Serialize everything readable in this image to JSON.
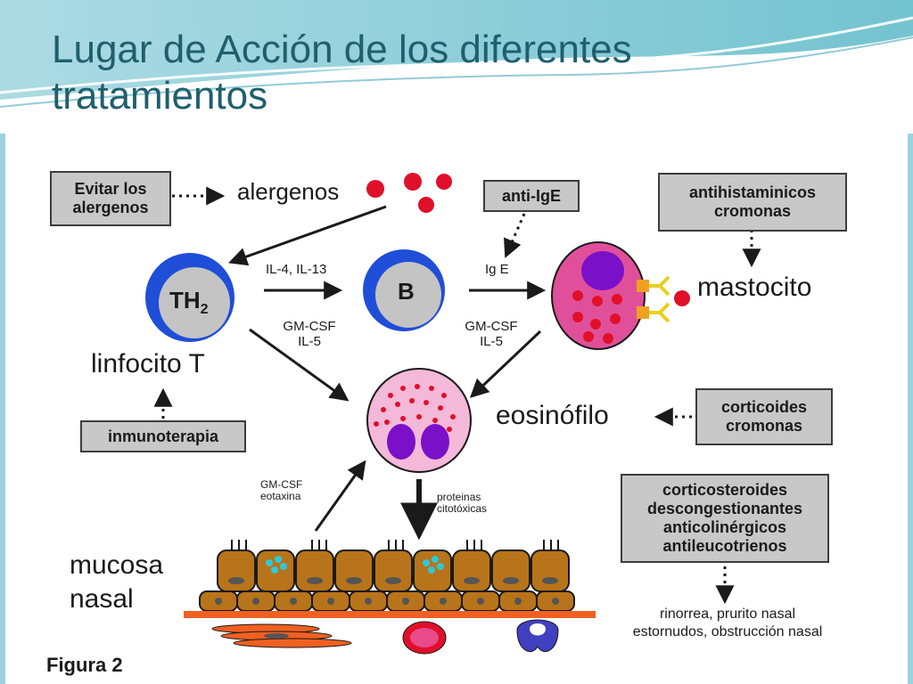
{
  "slide": {
    "title": "Lugar de Acción de los diferentes tratamientos"
  },
  "figure": {
    "caption": "Figura 2",
    "treatment_boxes": {
      "evitar_line1": "Evitar los",
      "evitar_line2": "alergenos",
      "anti_ige": "anti-IgE",
      "antihist_line1": "antihistaminicos",
      "antihist_line2": "cromonas",
      "inmunoterapia": "inmunoterapia",
      "corticoides_line1": "corticoides",
      "corticoides_line2": "cromonas",
      "rhinitis_line1": "corticosteroides",
      "rhinitis_line2": "descongestionantes",
      "rhinitis_line3": "anticolinérgicos",
      "rhinitis_line4": "antileucotrienos"
    },
    "labels": {
      "alergenos": "alergenos",
      "th2": "TH",
      "th2_sub": "2",
      "b_cell": "B",
      "il4_il13": "IL-4, IL-13",
      "ig_e": "Ig E",
      "gm_csf_left_1": "GM-CSF",
      "gm_csf_left_2": "IL-5",
      "gm_csf_right_1": "GM-CSF",
      "gm_csf_right_2": "IL-5",
      "mastocito": "mastocito",
      "linfocito": "linfocito T",
      "eosinofilo": "eosinófilo",
      "gm_csf_bottom_1": "GM-CSF",
      "gm_csf_bottom_2": "eotaxina",
      "proteinas_1": "proteinas",
      "proteinas_2": "citotóxicas",
      "mucosa_1": "mucosa",
      "mucosa_2": "nasal",
      "symptoms_1": "rinorrea, prurito nasal",
      "symptoms_2": "estornudos, obstrucción nasal"
    }
  },
  "colors": {
    "title": "#1f5f6e",
    "box_fill": "#c8c8c8",
    "allergen_red": "#e0102a",
    "cell_blue": "#1f4ed8",
    "cell_gray": "#c4c4c4",
    "mast_pink": "#e0509a",
    "granule_purple": "#7a10c8",
    "epithelium": "#b8741a",
    "basement": "#f06020"
  }
}
